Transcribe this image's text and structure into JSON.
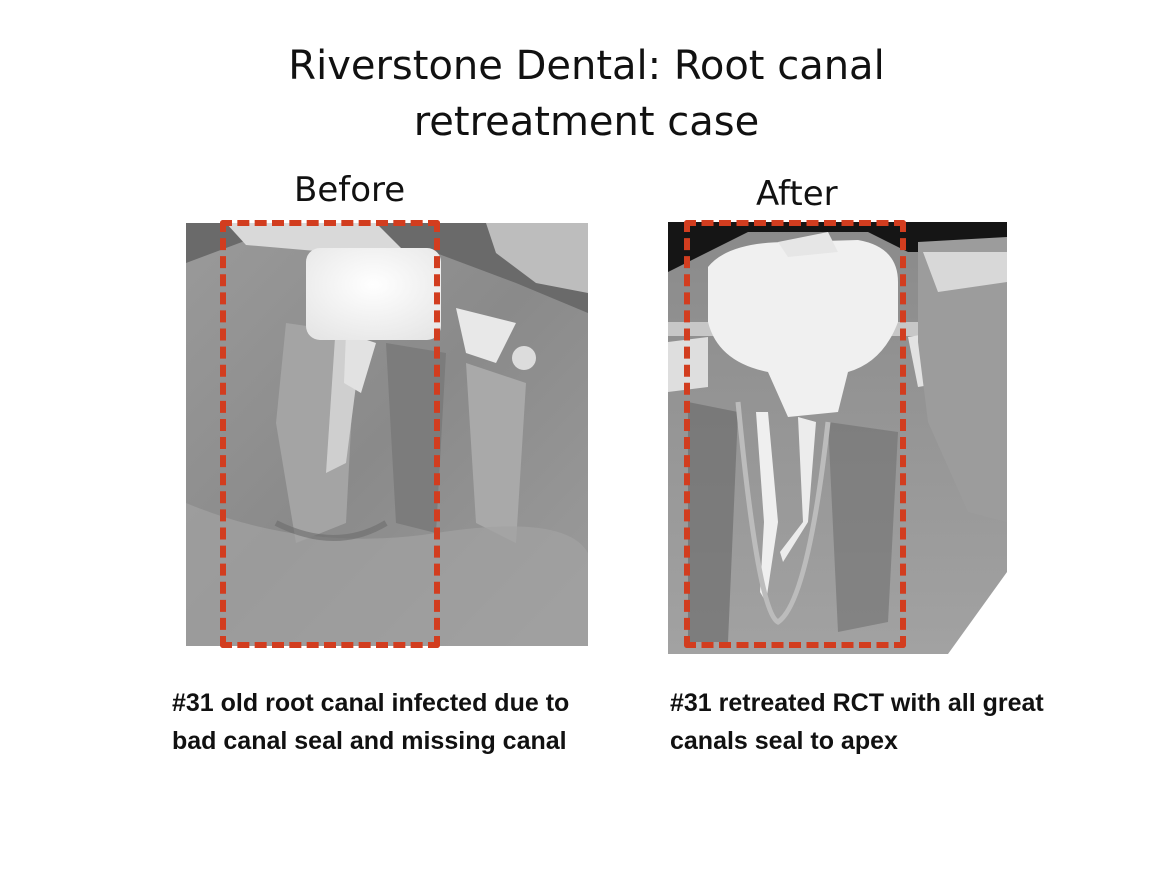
{
  "slide": {
    "title_line1": "Riverstone Dental: Root canal",
    "title_line2": "retreatment case"
  },
  "before": {
    "label": "Before",
    "caption_line1": "#31 old root canal infected due to",
    "caption_line2": "bad canal seal and missing canal"
  },
  "after": {
    "label": "After",
    "caption_line1": "#31 retreated RCT with all great",
    "caption_line2": "canals seal to apex"
  },
  "colors": {
    "highlight_dash": "#d23d1f",
    "background": "#ffffff"
  }
}
